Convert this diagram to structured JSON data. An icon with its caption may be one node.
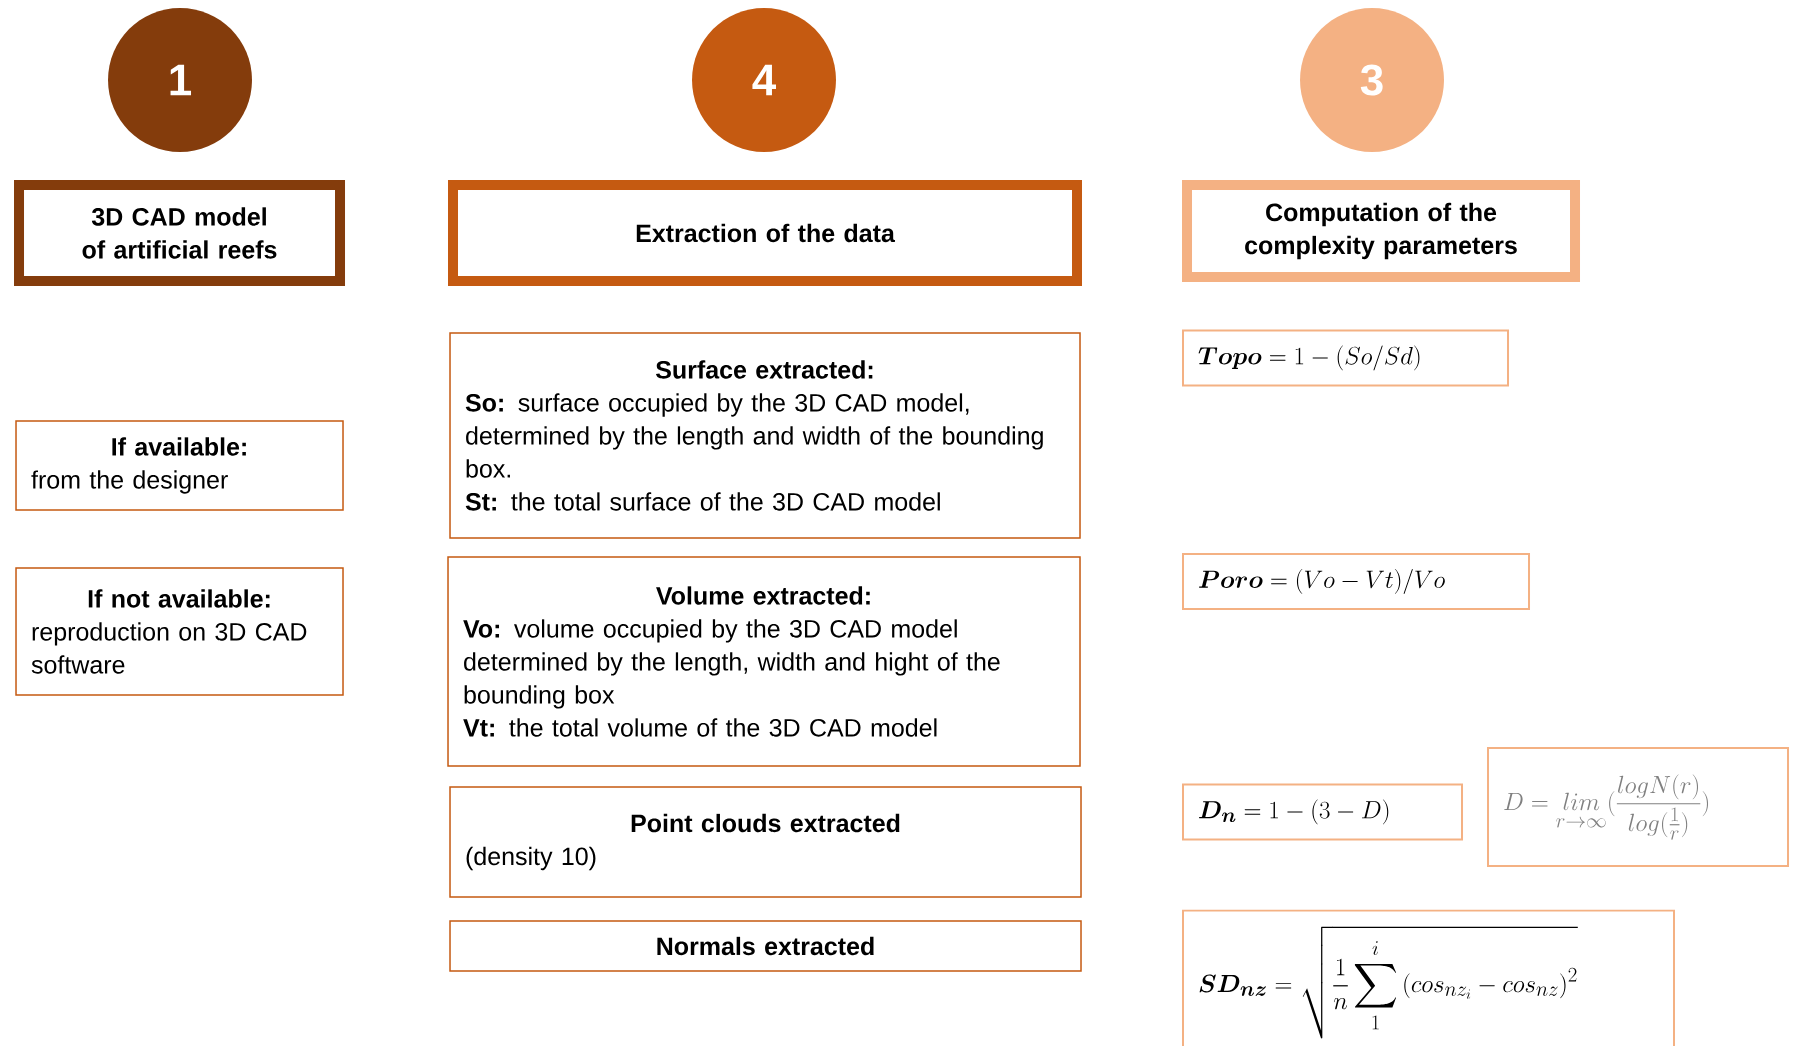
{
  "diagram": {
    "nodes": [
      {
        "text": [
          "1"
        ]
      },
      {
        "text": [
          "4"
        ]
      },
      {
        "text": [
          "3"
        ]
      },
      {
        "text": [
          "3D CAD model of artificial reefs"
        ]
      },
      {
        "text": [
          "Extraction of the data"
        ]
      },
      {
        "text": [
          "Computation of the complexity parameters"
        ]
      },
      {
        "text": [
          "If available:",
          "from the designer"
        ]
      },
      {
        "text": [
          "If not available:",
          "reproduction on 3D CAD software"
        ]
      },
      {
        "text": [
          "Surface extracted:",
          "**So:** surface occupied by the 3D CAD model, determined by the length and width of the bounding box.",
          "**St:** the total surface of the 3D CAD model"
        ]
      },
      {
        "text": [
          "Volume extracted:",
          "**Vo:** volume occupied by the 3D CAD model determined by the length, width and hight of the bounding box",
          "**Vt:** the total volume of the 3D CAD model"
        ]
      },
      {
        "text": [
          "Point clouds extracted",
          "(density 10)"
        ]
      },
      {
        "text": [
          "Normals extracted"
        ]
      },
      {
        "text": [
          "\\boldsymbol{Topo} = 1-(So/Sd)"
        ]
      },
      {
        "text": [
          "\\boldsymbol{Poro} = (Vo-Vt)/Vo"
        ]
      },
      {
        "text": [
          "\\boldsymbol{D_n} = 1-(3-D)"
        ]
      },
      {
        "text": [
          "D = \\mathop{lim}\\limits_{r\\to\\infty}(\\frac{logN(r)}{log(\\frac{1}{r})})"
        ]
      },
      {
        "text": [
          "\\boldsymbol{SD_{nz}} = \\sqrt{\\frac{1}{n}\\sum_{1}^{i}\\left(cos_{nz_i}-cos_{nz}\\right)^2}"
        ]
      }
    ]
  }
}
